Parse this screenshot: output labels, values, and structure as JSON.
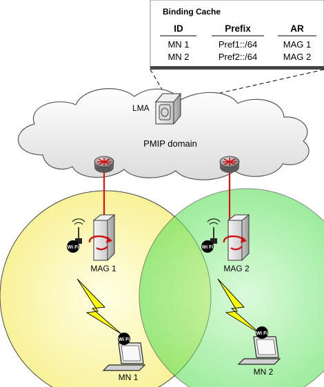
{
  "binding_cache": {
    "title": "Binding Cache",
    "columns": [
      "ID",
      "Prefix",
      "AR"
    ],
    "rows": [
      [
        "MN 1",
        "Pref1::/64",
        "MAG 1"
      ],
      [
        "MN 2",
        "Pref2::/64",
        "MAG 2"
      ]
    ]
  },
  "lma_label": "LMA",
  "domain_label": "PMIP domain",
  "mag1_label": "MAG 1",
  "mag2_label": "MAG 2",
  "mn1_label": "MN 1",
  "mn2_label": "MN 2",
  "wifi_badge_text": "Wi Fi",
  "colors": {
    "cell_left": "#ffff99",
    "cell_right": "#66ee66",
    "link": "#dd1111",
    "lightning": "#ffff00",
    "cloud": "#eeeeee",
    "router": "#888888",
    "router_cross": "#cc1111"
  }
}
